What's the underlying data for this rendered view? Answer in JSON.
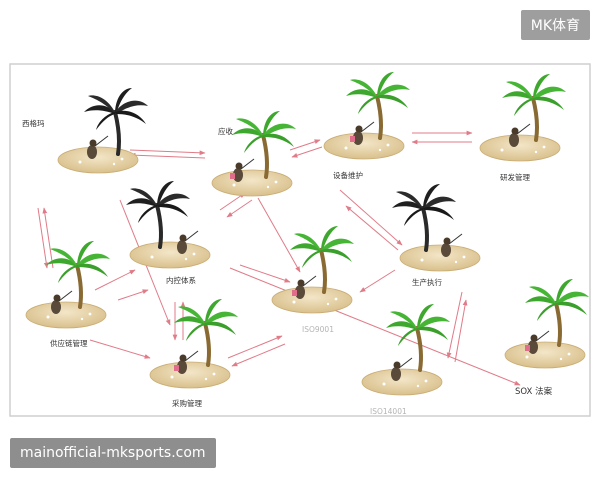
{
  "watermark": "MK体育",
  "caption": "mainofficial-mksports.com",
  "colors": {
    "arrow": "#e07b88",
    "sand": "#ead9b5",
    "leaf_green": "#3ea82e",
    "leaf_dark": "#1f1f1f",
    "trunk": "#7a5a2a"
  },
  "islands": {
    "xiweichai": {
      "label": "西格玛",
      "palm": "dark"
    },
    "audit": {
      "label": "应收",
      "palm": "green"
    },
    "equipment": {
      "label": "设备维护",
      "palm": "green"
    },
    "rnd": {
      "label": "研发管理",
      "palm": "green"
    },
    "internal_control": {
      "label": "内控体系",
      "palm": "dark"
    },
    "production": {
      "label": "生产执行",
      "palm": "dark"
    },
    "supply_chain": {
      "label": "供应链管理",
      "palm": "green"
    },
    "iso9001": {
      "label": "ISO9001",
      "palm": "green"
    },
    "purchasing": {
      "label": "采购管理",
      "palm": "green"
    },
    "iso14001": {
      "label": "ISO14001",
      "palm": "green"
    },
    "sox": {
      "label": "SOX 法案",
      "palm": "green"
    }
  }
}
